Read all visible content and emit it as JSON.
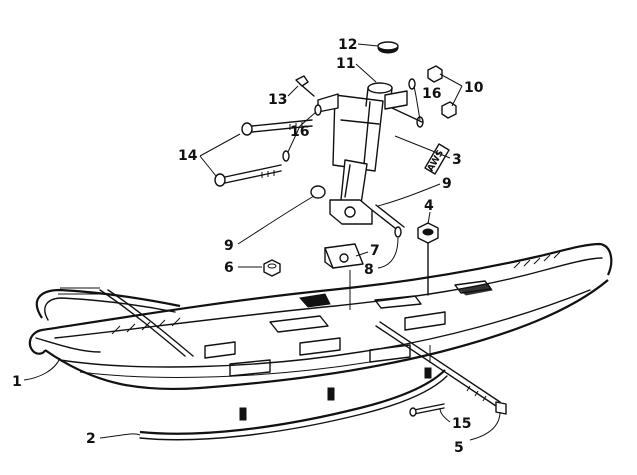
{
  "callouts": [
    {
      "id": "1",
      "text": "1"
    },
    {
      "id": "2",
      "text": "2"
    },
    {
      "id": "3",
      "text": "3"
    },
    {
      "id": "4",
      "text": "4"
    },
    {
      "id": "5",
      "text": "5"
    },
    {
      "id": "6",
      "text": "6"
    },
    {
      "id": "7",
      "text": "7"
    },
    {
      "id": "8",
      "text": "8"
    },
    {
      "id": "9a",
      "text": "9"
    },
    {
      "id": "9b",
      "text": "9"
    },
    {
      "id": "10",
      "text": "10"
    },
    {
      "id": "11",
      "text": "11"
    },
    {
      "id": "12",
      "text": "12"
    },
    {
      "id": "13",
      "text": "13"
    },
    {
      "id": "14",
      "text": "14"
    },
    {
      "id": "15",
      "text": "15"
    },
    {
      "id": "16a",
      "text": "16"
    },
    {
      "id": "16b",
      "text": "16"
    }
  ],
  "decal_text": "AWS",
  "ink_color": "#111111",
  "paper_color": "#ffffff"
}
